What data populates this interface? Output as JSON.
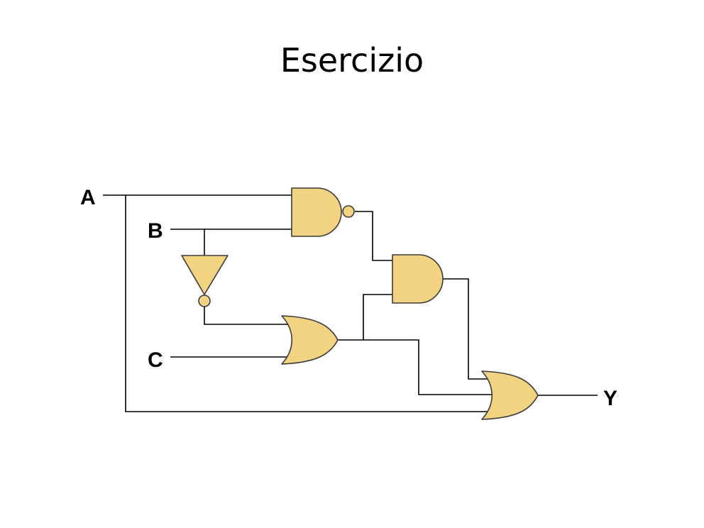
{
  "slide": {
    "title": "Esercizio"
  },
  "circuit": {
    "inputs": {
      "a": "A",
      "b": "B",
      "c": "C"
    },
    "output": "Y",
    "gate_fill": "#F2D382",
    "gate_stroke": "#3b3b3b",
    "gates": [
      {
        "id": "nand1",
        "type": "NAND",
        "inputs": [
          "A",
          "B"
        ]
      },
      {
        "id": "not1",
        "type": "NOT",
        "inputs": [
          "B"
        ]
      },
      {
        "id": "or1",
        "type": "OR",
        "inputs": [
          "NOT B",
          "C"
        ]
      },
      {
        "id": "and1",
        "type": "AND",
        "inputs": [
          "NAND(A,B)",
          "OR(NOT B, C)"
        ]
      },
      {
        "id": "or2",
        "type": "OR",
        "inputs": [
          "AND",
          "OR(NOT B, C)",
          "A"
        ],
        "output": "Y"
      }
    ]
  }
}
